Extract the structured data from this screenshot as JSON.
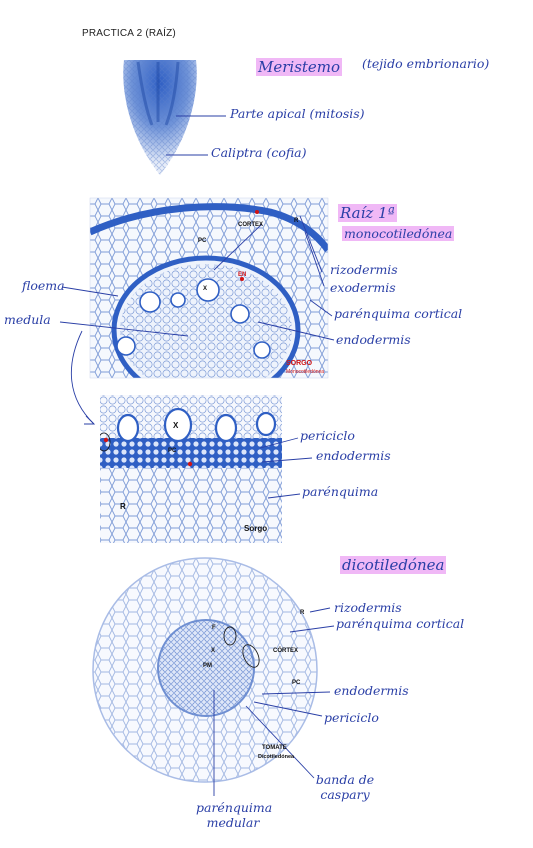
{
  "header": {
    "title": "PRACTICA 2 (RAÍZ)"
  },
  "meristem": {
    "heading": "Meristemo",
    "note": "(tejido embrionario)",
    "labels": [
      "Parte apical (mitosis)",
      "Caliptra (cofia)"
    ]
  },
  "monocot": {
    "heading_line1": "Raíz 1ª",
    "heading_line2": "monocotiledónea",
    "micro": {
      "cortex": "CORTEX",
      "pc": "PC",
      "x": "X",
      "en": "EN",
      "r": "R",
      "sorgo": "SORGO",
      "caption": "Monocotiledónea"
    },
    "left_labels": [
      "floema",
      "medula"
    ],
    "right_labels": [
      "rizodermis",
      "exodermis",
      "parénquima cortical",
      "endodermis"
    ]
  },
  "detail": {
    "micro": {
      "x": "X",
      "pc": "PC",
      "r": "R",
      "sorgo": "Sorgo"
    },
    "labels": [
      "periciclo",
      "endodermis",
      "parénquima"
    ]
  },
  "dicot": {
    "heading": "dicotiledónea",
    "micro": {
      "r": "R",
      "cortex": "CÓRTEX",
      "pc": "PC",
      "pm": "PM",
      "f": "F",
      "x": "X",
      "tomate": "TOMATE",
      "caption": "Dicotiledónea"
    },
    "labels": [
      "rizodermis",
      "parénquima cortical",
      "endodermis",
      "periciclo",
      "banda de caspary",
      "parénquima medular"
    ]
  },
  "colors": {
    "ink": "#2a3fa6",
    "highlight": "#f0b8f6",
    "stain": "#2f5fc4",
    "red": "#d21414"
  }
}
